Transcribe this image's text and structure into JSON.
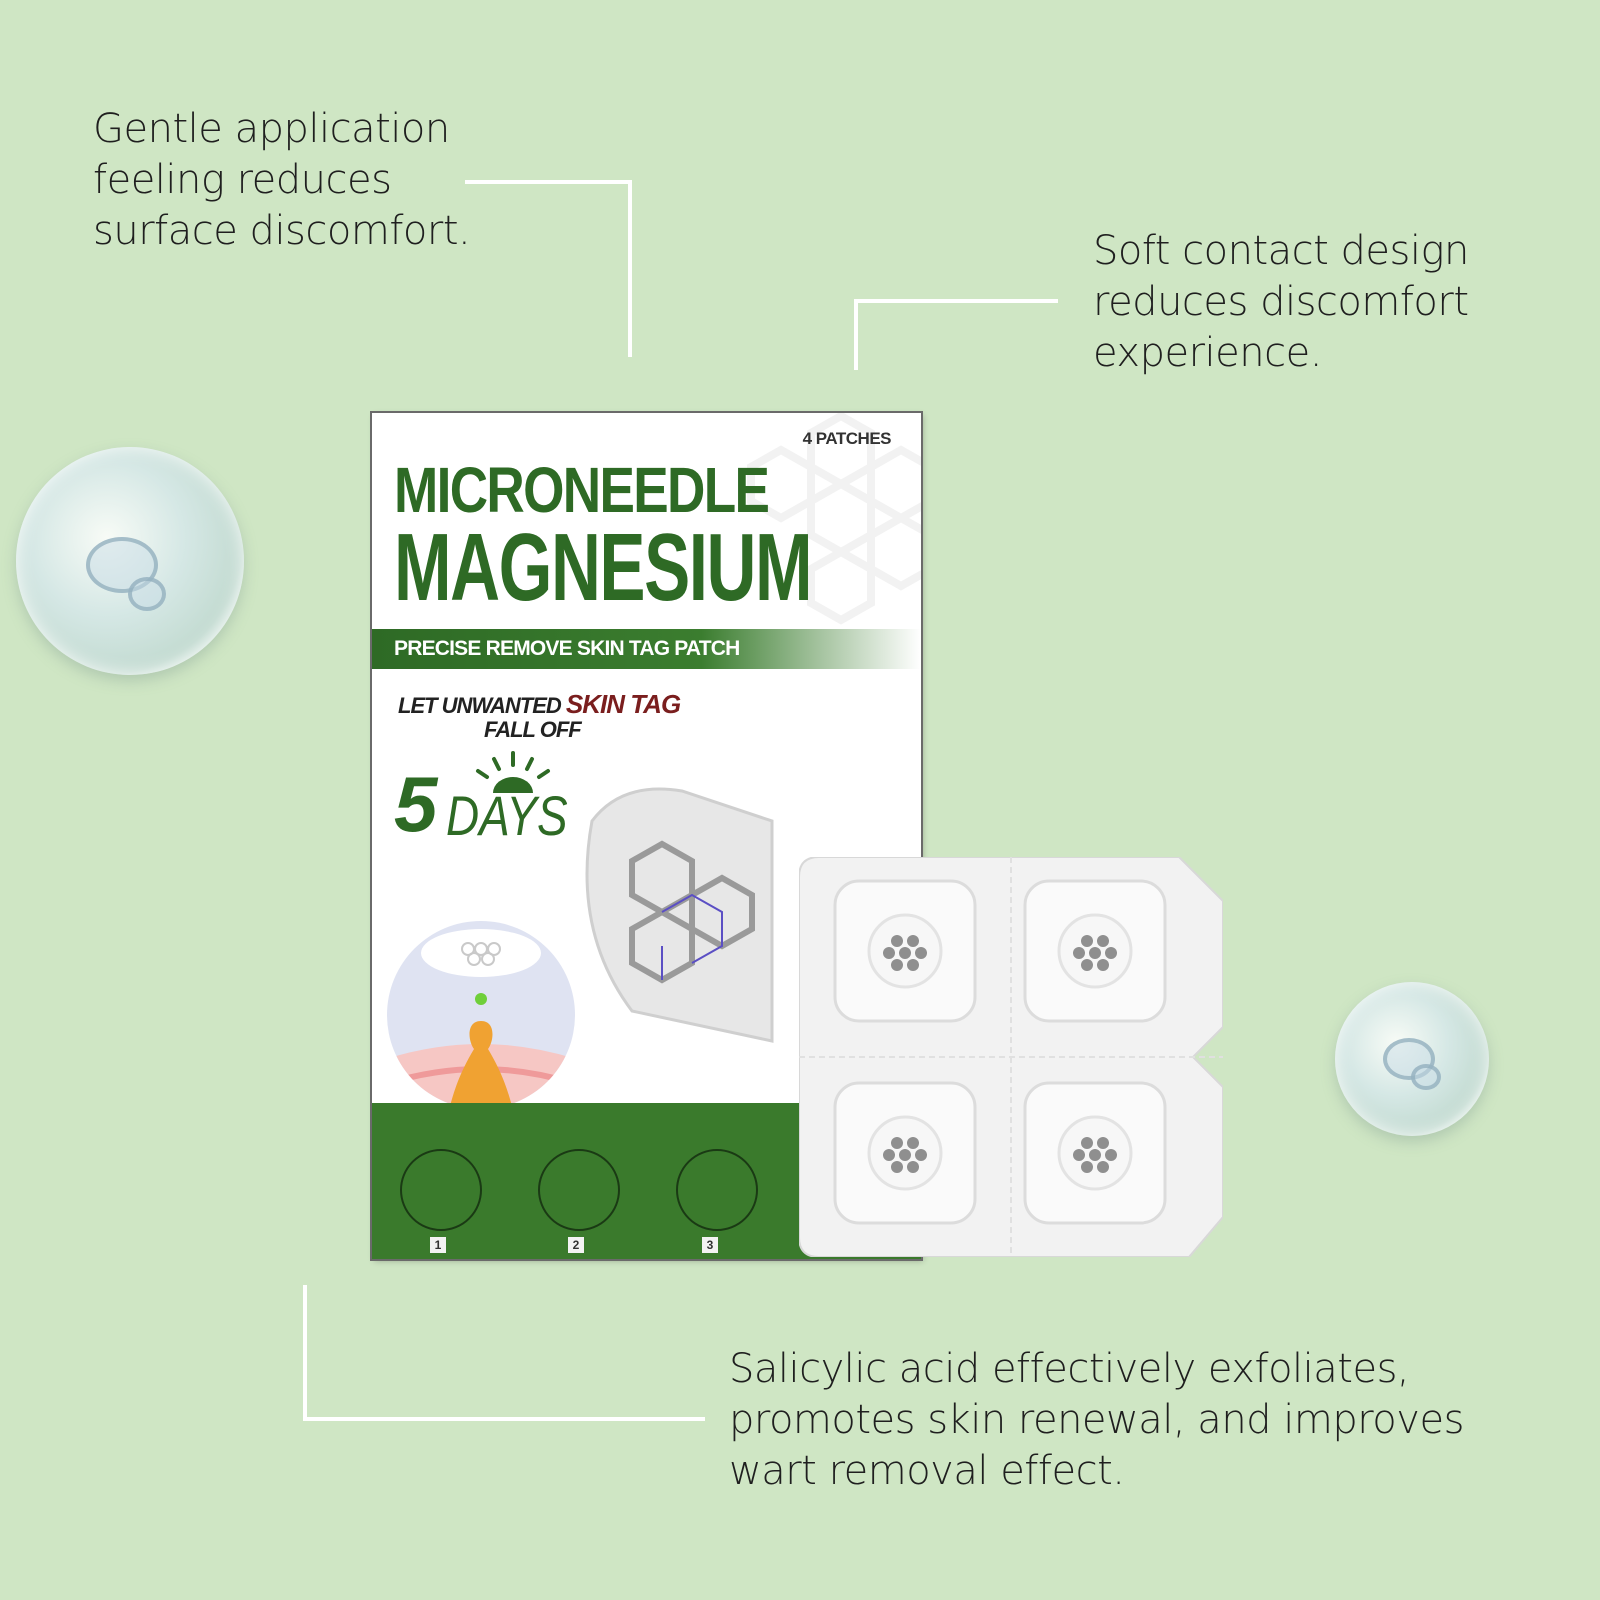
{
  "callouts": {
    "top_left": [
      "Gentle application",
      "feeling reduces",
      "surface discomfort."
    ],
    "top_right": [
      "Soft contact design",
      "reduces discomfort",
      "experience."
    ],
    "bottom": [
      "Salicylic acid effectively exfoliates,",
      "promotes skin renewal, and improves",
      "wart removal effect."
    ]
  },
  "product": {
    "count": "4 PATCHES",
    "title_line1": "MICRONEEDLE",
    "title_line2": "MAGNESIUM",
    "band": "PRECISE REMOVE SKIN TAG PATCH",
    "tagline_a": "LET UNWANTED",
    "tagline_b": "SKIN TAG",
    "tagline_c": "FALL OFF",
    "days_number": "5",
    "days_word": "DAYS",
    "steps": [
      "1",
      "2",
      "3"
    ]
  },
  "colors": {
    "background": "#cfe6c4",
    "brand_green": "#2e6a25",
    "accent_red": "#7a1e1e",
    "leader_line": "#ffffff"
  }
}
